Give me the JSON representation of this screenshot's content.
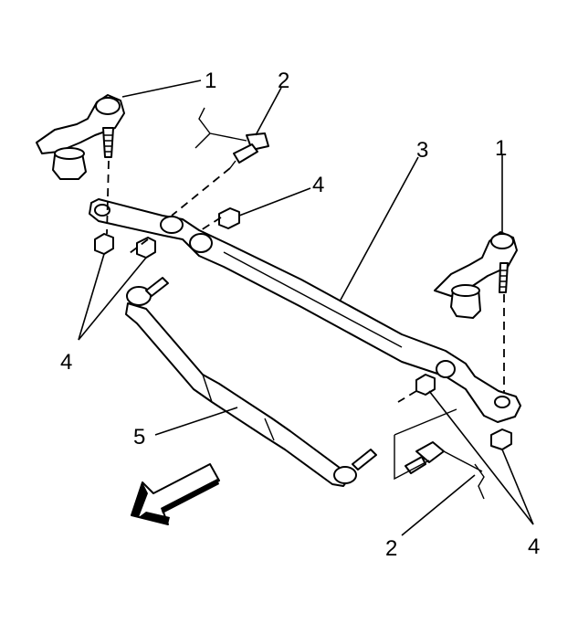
{
  "diagram": {
    "callouts": {
      "c1_left": "1",
      "c1_right": "1",
      "c2_top": "2",
      "c2_bottom": "2",
      "c3": "3",
      "c4_top": "4",
      "c4_left": "4",
      "c4_right": "4",
      "c5": "5"
    },
    "icons": {
      "front_arrow": "direction-arrow-icon"
    },
    "colors": {
      "line": "#000000",
      "background": "#ffffff"
    }
  }
}
